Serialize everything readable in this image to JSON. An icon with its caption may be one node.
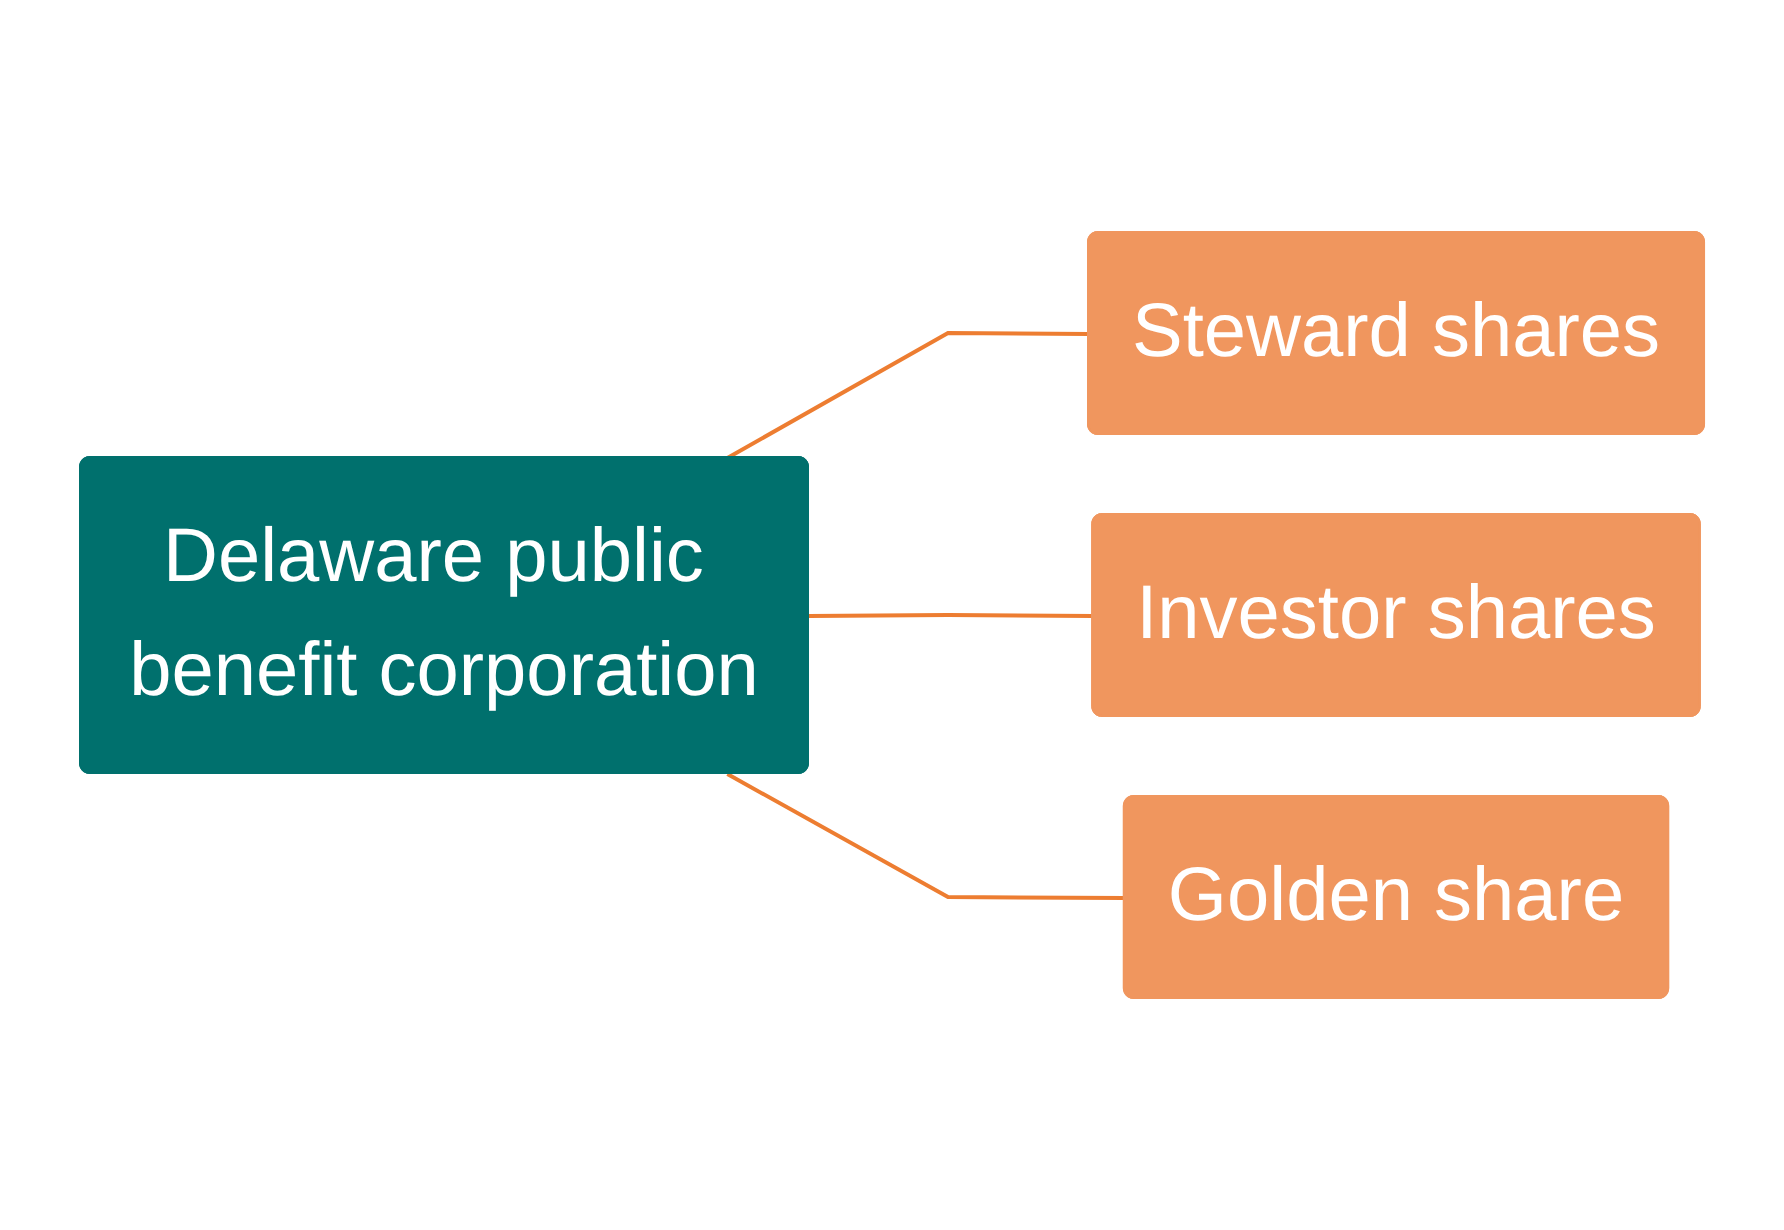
{
  "diagram": {
    "nodes": [
      {
        "text": [
          "Delaware public benefit corporation"
        ]
      },
      {
        "text": [
          "Steward shares"
        ]
      },
      {
        "text": [
          "Investor shares"
        ]
      },
      {
        "text": [
          "Golden share"
        ]
      }
    ],
    "edges": [
      {
        "from": 0,
        "to": 1,
        "arrow": "none"
      },
      {
        "from": 0,
        "to": 2,
        "arrow": "none"
      },
      {
        "from": 0,
        "to": 3,
        "arrow": "none"
      }
    ]
  }
}
